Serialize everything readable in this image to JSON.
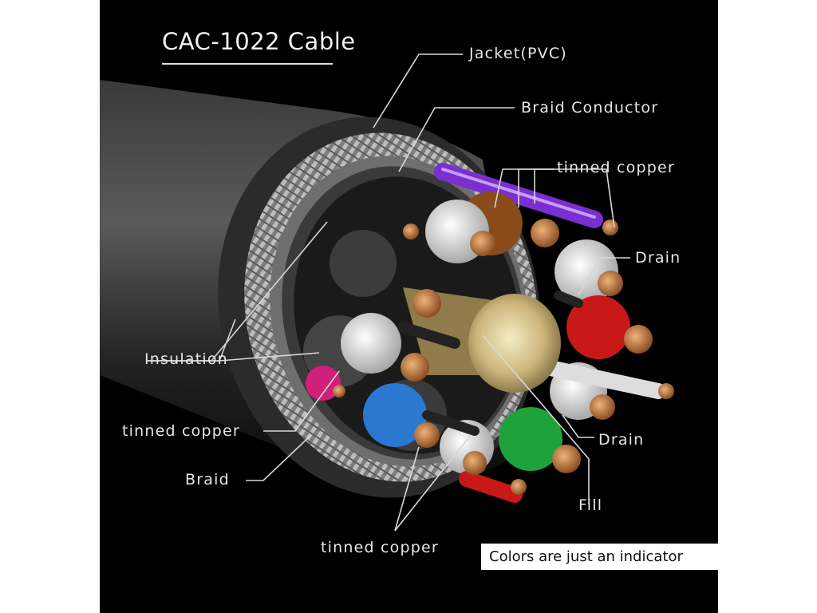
{
  "title": "CAC-1022 Cable",
  "labels": {
    "jacket": "Jacket(PVC)",
    "braid_conductor": "Braid Conductor",
    "tinned_copper_top": "tinned copper",
    "drain_upper": "Drain",
    "insulation": "Insulation",
    "tinned_copper_left": "tinned copper",
    "drain_lower": "Drain",
    "braid": "Braid",
    "fill": "Fill",
    "tinned_copper_bottom": "tinned copper"
  },
  "note": "Colors are just an indicator",
  "colors": {
    "background": "#000000",
    "jacket": "#2a2a2a",
    "braid": "#9a9a9a",
    "copper": "#b87333",
    "fill": "#c8b27a",
    "purple": "#7a2fd0",
    "red": "#c81818",
    "green": "#1ea33a",
    "blue": "#2a78d0",
    "magenta": "#d0207a",
    "brown": "#8a4a1a"
  }
}
